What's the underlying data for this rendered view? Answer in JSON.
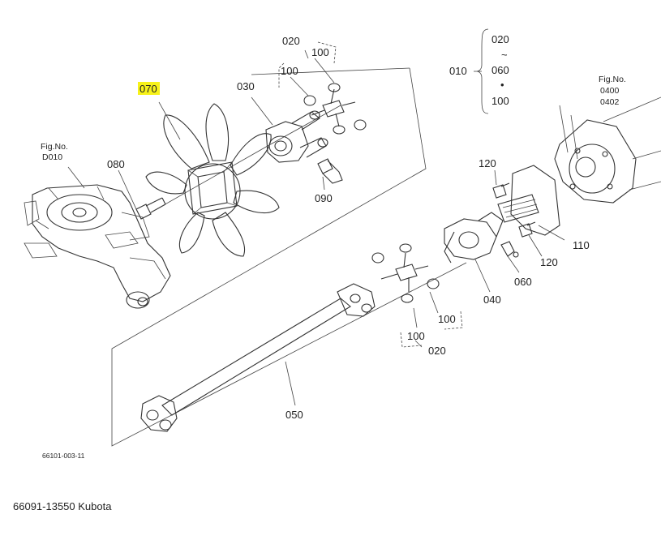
{
  "diagram": {
    "labels": {
      "p010": "010",
      "p020_top": "020",
      "p020_bot": "020",
      "p020_r": "020",
      "p030": "030",
      "p040": "040",
      "p050": "050",
      "p060": "060",
      "p060_r": "060",
      "p070": "070",
      "p080": "080",
      "p090": "090",
      "p100_a": "100",
      "p100_b": "100",
      "p100_c": "100",
      "p100_d": "100",
      "p100_r": "100",
      "p110": "110",
      "p120_a": "120",
      "p120_b": "120",
      "tilde": "~",
      "dot": "•"
    },
    "fig_left": {
      "title": "Fig.No.",
      "code": "D010"
    },
    "fig_right": {
      "title": "Fig.No.",
      "code1": "0400",
      "code2": "0402"
    },
    "drawing_code": "66101-003-11",
    "highlight_color": "#f7f21a"
  },
  "caption": "66091-13550 Kubota"
}
